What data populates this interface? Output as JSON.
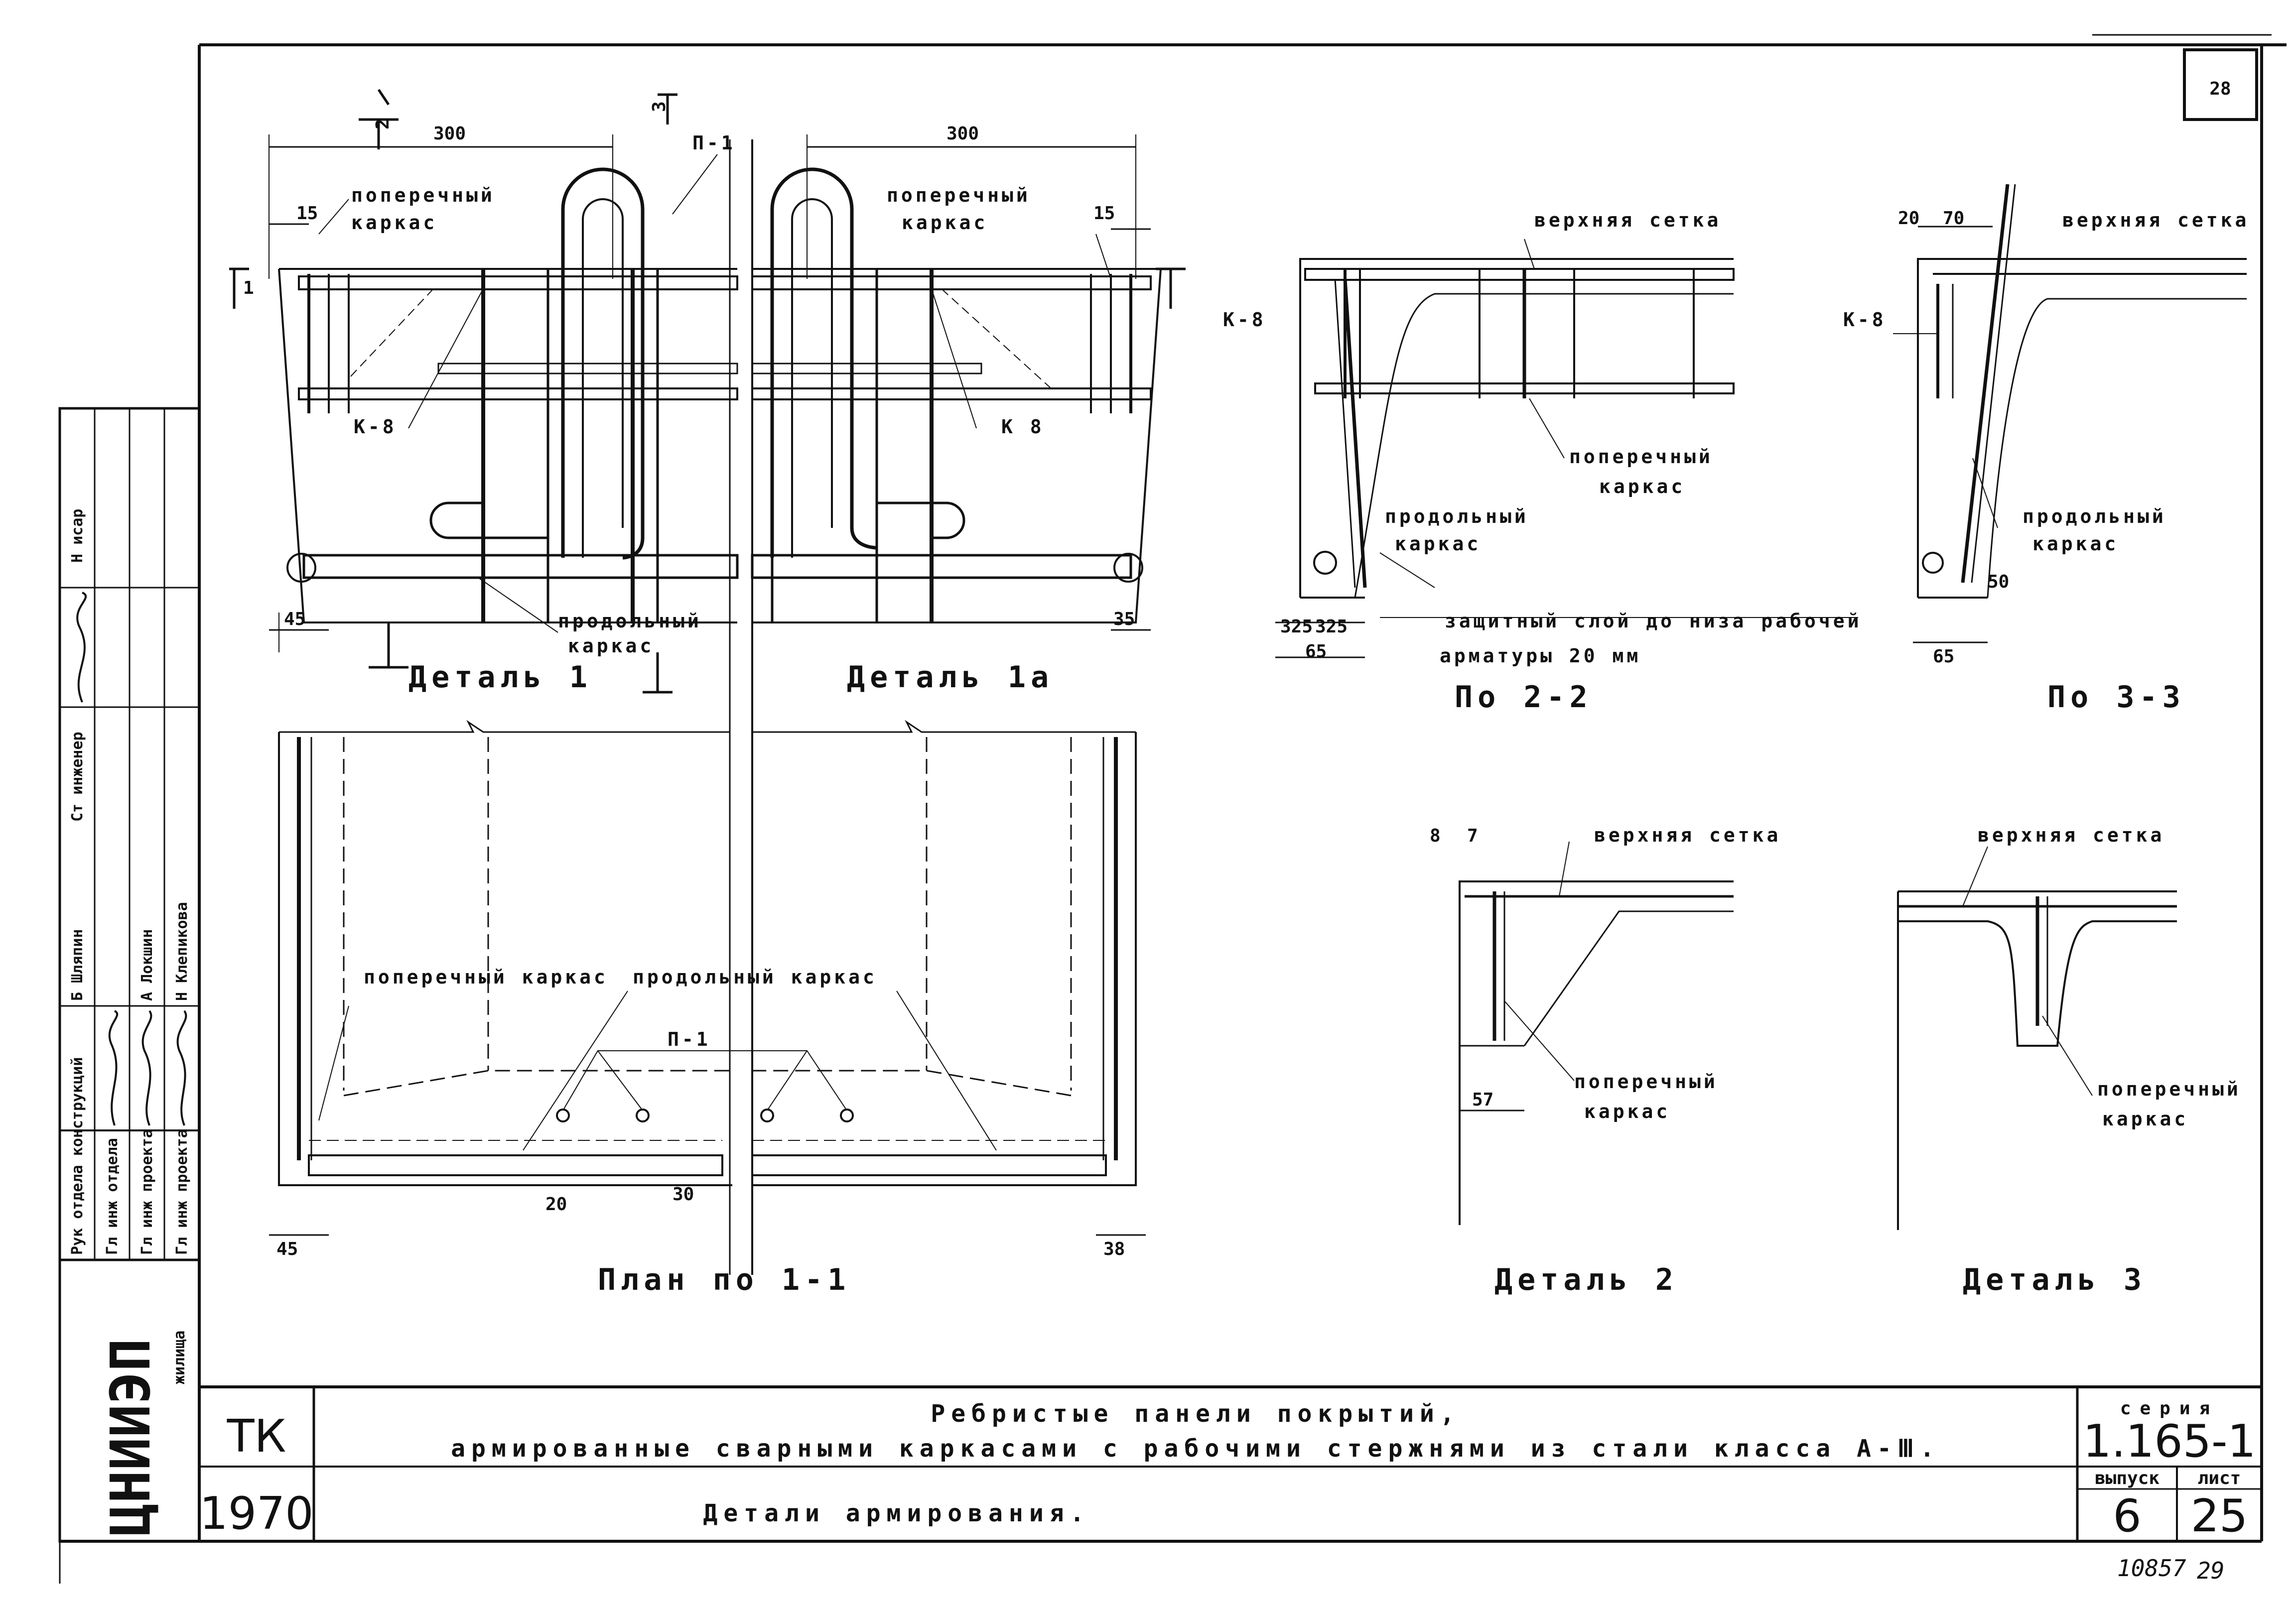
{
  "sheet_number_box": "28",
  "footer": {
    "archive_number": "10857",
    "page_number": "29"
  },
  "org_stamp": {
    "name": "ЦНИИЭП",
    "suffix": "жилища"
  },
  "signatures": {
    "roles": [
      "Рук отдела конструкций",
      "Гл инж отдела",
      "Гл инж проекта",
      "Гл инж проекта",
      "Ст инженер",
      "Н исар"
    ],
    "names": [
      "Б Шляпин",
      "А Локшин",
      "Н Клепикова"
    ],
    "col_header": "Н исар",
    "ing": "Ст инженер"
  },
  "title_block": {
    "code": "ТК",
    "year": "1970",
    "title_line1": "Ребристые панели покрытий,",
    "title_line2": "армированные сварными каркасами с рабочими стержнями из стали класса А-Ⅲ.",
    "subtitle": "Детали армирования.",
    "series_label": "серия",
    "series_value": "1.165-1",
    "issue_label": "выпуск",
    "issue_value": "6",
    "sheet_label": "лист",
    "sheet_value": "25"
  },
  "views": {
    "detail1": {
      "caption": "Деталь 1",
      "labels": [
        "поперечный",
        "каркас",
        "К-8",
        "продольный",
        "каркас",
        "П-1"
      ],
      "dims": [
        "300",
        "15",
        "45"
      ],
      "sections": [
        "2",
        "3",
        "1"
      ]
    },
    "detail1a": {
      "caption": "Деталь 1а",
      "labels": [
        "поперечный",
        "каркас",
        "К 8"
      ],
      "dims": [
        "300",
        "15",
        "35"
      ]
    },
    "section22": {
      "caption": "По 2-2",
      "labels": [
        "верхняя сетка",
        "К-8",
        "поперечный",
        "каркас",
        "продольный",
        "каркас",
        "защитный слой до низа рабочей",
        "арматуры 20 мм"
      ],
      "dims": [
        "325",
        "325",
        "65"
      ]
    },
    "section33": {
      "caption": "По 3-3",
      "labels": [
        "верхняя сетка",
        "К-8",
        "продольный",
        "каркас"
      ],
      "dims": [
        "20",
        "70",
        "50",
        "65"
      ]
    },
    "plan11": {
      "caption": "План по 1-1",
      "labels": [
        "поперечный каркас",
        "продольный каркас",
        "П-1"
      ],
      "dims": [
        "45",
        "38",
        "20",
        "30"
      ]
    },
    "detail2": {
      "caption": "Деталь 2",
      "labels": [
        "верхняя сетка",
        "поперечный",
        "каркас"
      ],
      "dims": [
        "8",
        "7",
        "57"
      ]
    },
    "detail3": {
      "caption": "Деталь 3",
      "labels": [
        "верхняя сетка",
        "поперечный",
        "каркас"
      ]
    }
  }
}
